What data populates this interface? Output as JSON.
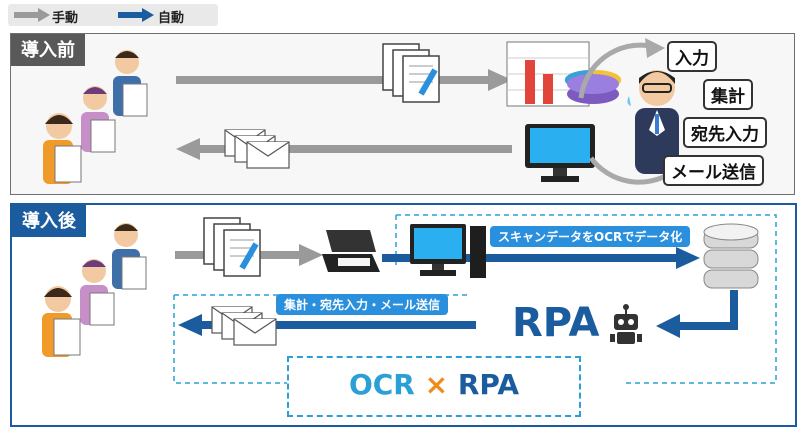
{
  "legend": {
    "manual_label": "手動",
    "auto_label": "自動"
  },
  "before": {
    "title": "導入前",
    "tasks": [
      "入力",
      "集計",
      "宛先入力",
      "メール送信"
    ]
  },
  "after": {
    "title": "導入後",
    "scan_bubble": "スキャンデータをOCRでデータ化",
    "return_bubble": "集計・宛先入力・メール送信",
    "rpa_label": "RPA",
    "ocr": "OCR",
    "times": "×",
    "rpa": "RPA"
  },
  "colors": {
    "manual": "#9a9a9a",
    "auto": "#1b5c9e",
    "ocr_box": "#2aa0d6",
    "ocr_text": "#2aa0d6",
    "times": "#f08a1c"
  }
}
